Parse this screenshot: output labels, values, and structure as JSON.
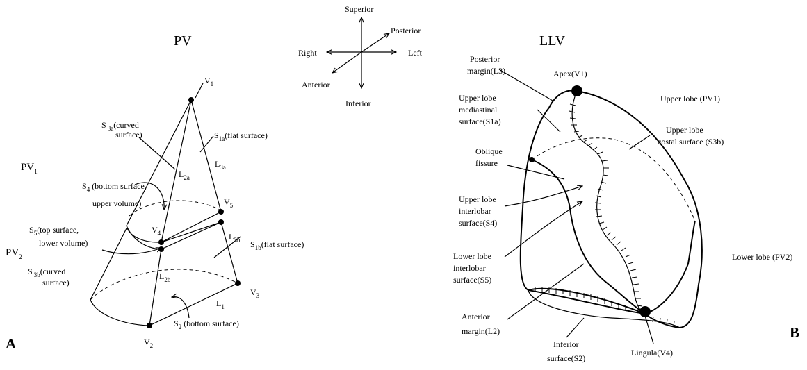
{
  "panel_a": {
    "title": "PV",
    "letter": "A",
    "pv1": {
      "main": "PV",
      "sub": "1"
    },
    "pv2": {
      "main": "PV",
      "sub": "2"
    },
    "v1": {
      "main": "V",
      "sub": "1"
    },
    "v2": {
      "main": "V",
      "sub": "2"
    },
    "v3": {
      "main": "V",
      "sub": "3"
    },
    "v4": {
      "main": "V",
      "sub": "4"
    },
    "v5": {
      "main": "V",
      "sub": "5"
    },
    "s3a": {
      "main": "S",
      "sub": "3a",
      "rest": "(curved",
      "line2": "surface)"
    },
    "s1a": {
      "main": "S",
      "sub": "1a",
      "rest": "(flat surface)"
    },
    "l2a": {
      "main": "L",
      "sub": "2a"
    },
    "l3a": {
      "main": "L",
      "sub": "3a"
    },
    "s4": {
      "main": "S",
      "sub": "4",
      "rest": "(bottom surface,",
      "line2": "upper volume)"
    },
    "s5": {
      "main": "S",
      "sub": "5",
      "rest": "(top surface,",
      "line2": "lower volume)"
    },
    "l3b": {
      "main": "L",
      "sub": "3b"
    },
    "s1b": {
      "main": "S",
      "sub": "1b",
      "rest": "(flat surface)"
    },
    "s3b": {
      "main": "S",
      "sub": "3b",
      "rest": "(curved",
      "line2": "surface)"
    },
    "l2b": {
      "main": "L",
      "sub": "2b"
    },
    "l1": {
      "main": "L",
      "sub": "1"
    },
    "s2": {
      "main": "S",
      "sub": "2",
      "rest": "(bottom surface)"
    }
  },
  "compass": {
    "superior": "Superior",
    "inferior": "Inferior",
    "right": "Right",
    "left": "Left",
    "anterior": "Anterior",
    "posterior": "Posterior"
  },
  "panel_b": {
    "title": "LLV",
    "letter": "B",
    "posterior_margin": [
      "Posterior",
      "margin(L3)"
    ],
    "apex": "Apex(V1)",
    "upper_lobe_pv1": "Upper lobe (PV1)",
    "upper_mediastinal": [
      "Upper lobe",
      "mediastinal",
      "surface(S1a)"
    ],
    "upper_costal": [
      "Upper lobe",
      "costal surface (S3b)"
    ],
    "oblique_fissure": [
      "Oblique",
      "fissure"
    ],
    "upper_interlobar": [
      "Upper lobe",
      "interlobar",
      "surface(S4)"
    ],
    "lower_interlobar": [
      "Lower lobe",
      "interlobar",
      "surface(S5)"
    ],
    "lower_lobe_pv2": "Lower lobe (PV2)",
    "anterior_margin": [
      "Anterior",
      "margin(L2)"
    ],
    "inferior_surface": [
      "Inferior",
      "surface(S2)"
    ],
    "lingula": "Lingula(V4)"
  }
}
